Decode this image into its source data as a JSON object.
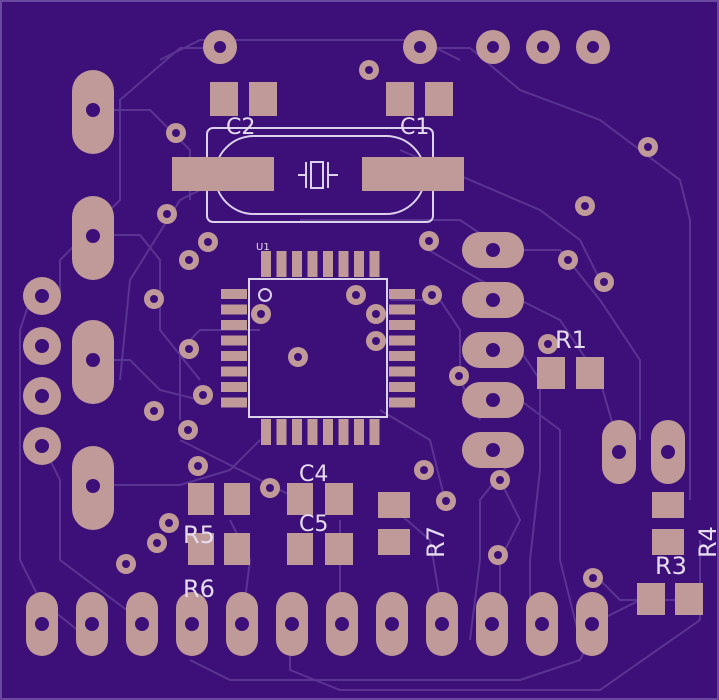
{
  "board": {
    "colors": {
      "substrate": "#3d0f78",
      "trace": "#5a3492",
      "pad": "#c09a98",
      "silkscreen": "#dcd2ec"
    }
  },
  "labels": {
    "c1": "C1",
    "c2": "C2",
    "c4": "C4",
    "c5": "C5",
    "r1": "R1",
    "r3": "R3",
    "r4": "R4",
    "r5": "R5",
    "r6": "R6",
    "r7": "R7",
    "u1": "U1"
  }
}
